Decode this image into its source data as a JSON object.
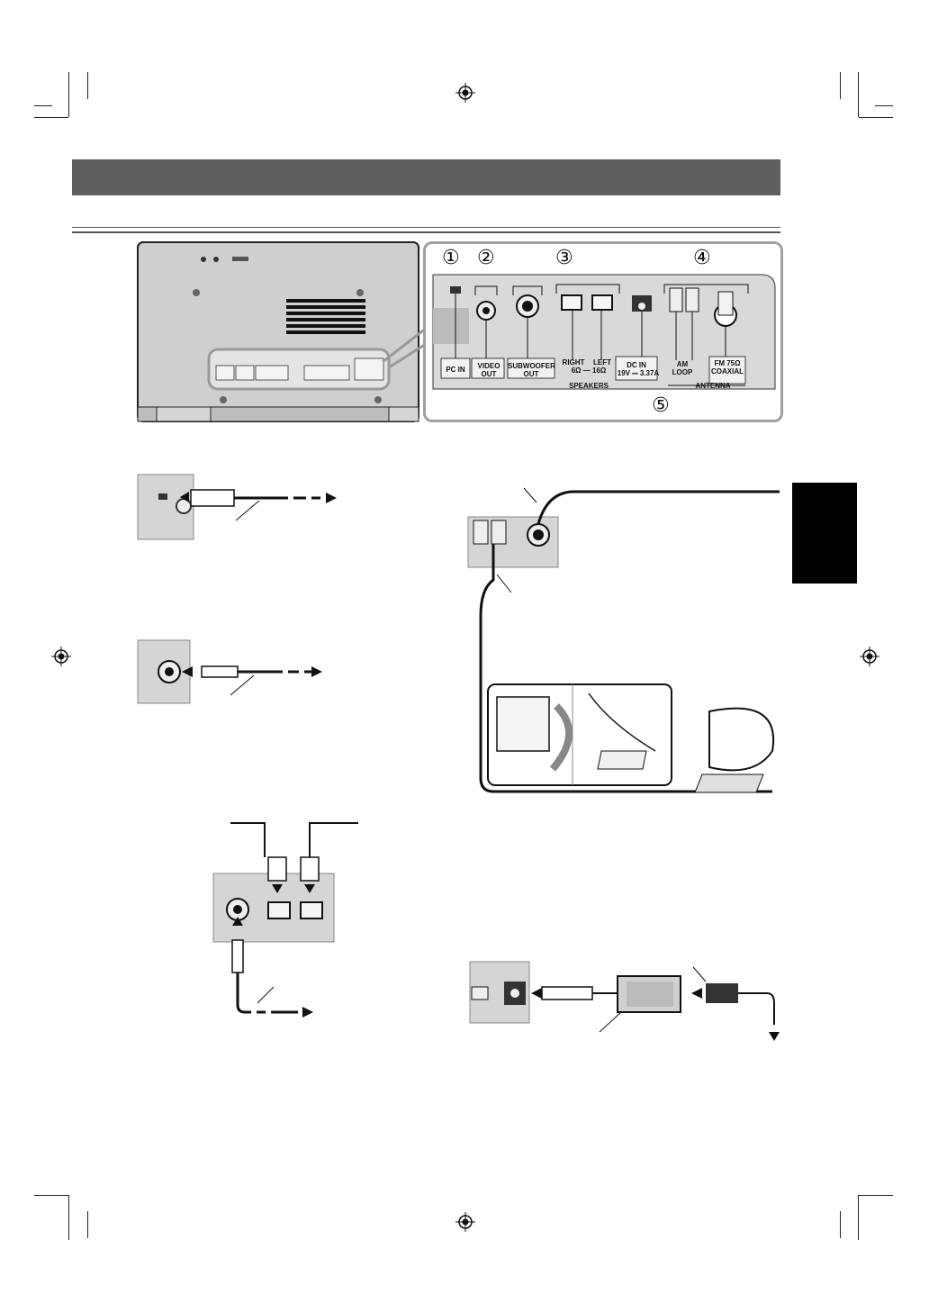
{
  "panel_labels": {
    "pc_in": "PC IN",
    "video_out": "VIDEO OUT",
    "subwoofer_out": "SUBWOOFER OUT",
    "right": "RIGHT",
    "left": "LEFT",
    "impedance": "6Ω — 16Ω",
    "speakers": "SPEAKERS",
    "dc_in": "DC IN",
    "dc_rating": "19V ⎓ 3.37A",
    "am_loop": "AM LOOP",
    "fm_coaxial": "FM 75Ω COAXIAL",
    "antenna": "ANTENNA"
  },
  "callouts": [
    "①",
    "②",
    "③",
    "④",
    "⑤"
  ],
  "colors": {
    "header": "#5f5f5f",
    "tab": "#000000",
    "panel_gray": "#d9d9d9",
    "panel_dark": "#1e1e1e"
  },
  "icons": [
    "registration-mark-icon",
    "crop-mark-icon",
    "arrow-right-icon",
    "arrow-down-icon"
  ]
}
